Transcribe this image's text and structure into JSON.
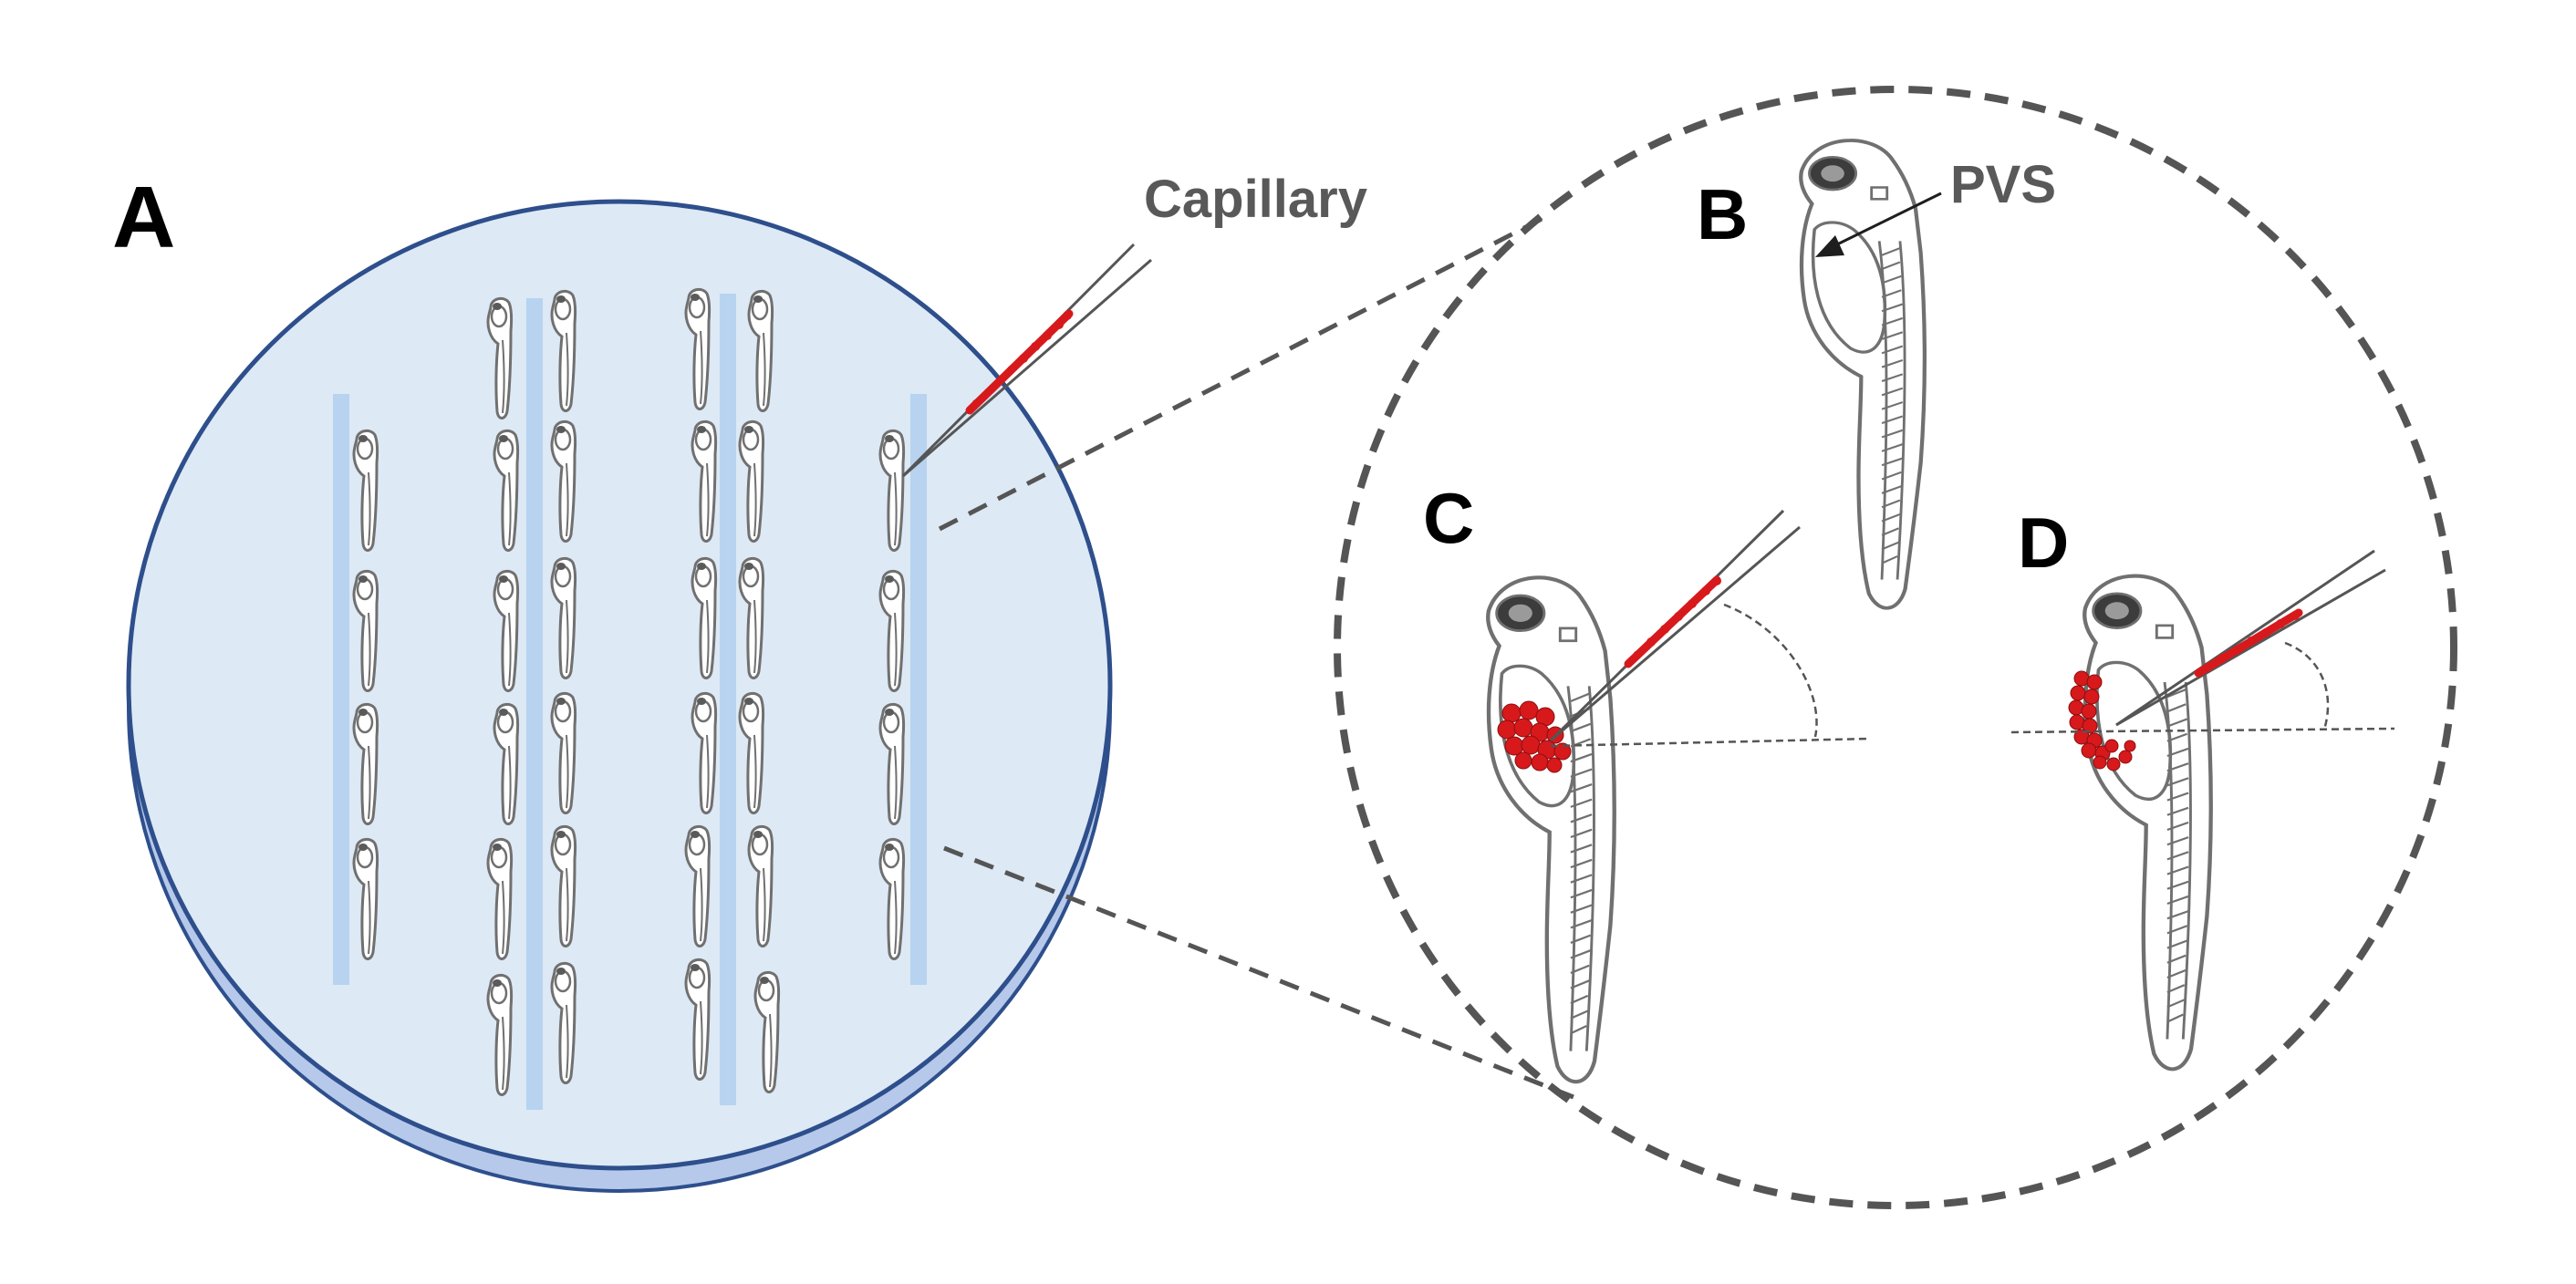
{
  "panels": {
    "a": {
      "label": "A"
    },
    "b": {
      "label": "B"
    },
    "c": {
      "label": "C"
    },
    "d": {
      "label": "D"
    }
  },
  "annotations": {
    "capillary": "Capillary",
    "pvs": "PVS"
  },
  "colors": {
    "dish_fill": "#dde9f5",
    "dish_rim": "#b6c9ea",
    "dish_stroke": "#2e4f8c",
    "groove": "#b7d3ef",
    "outline": "#707070",
    "eye": "#3c3c3c",
    "cells": "#d7191c",
    "dashes": "#555555",
    "label_dark": "#000000",
    "label_grey": "#595959"
  },
  "icons": {
    "larva": "zebrafish-larva-icon",
    "capillary": "glass-capillary-icon",
    "cells": "tumor-cells-icon"
  }
}
